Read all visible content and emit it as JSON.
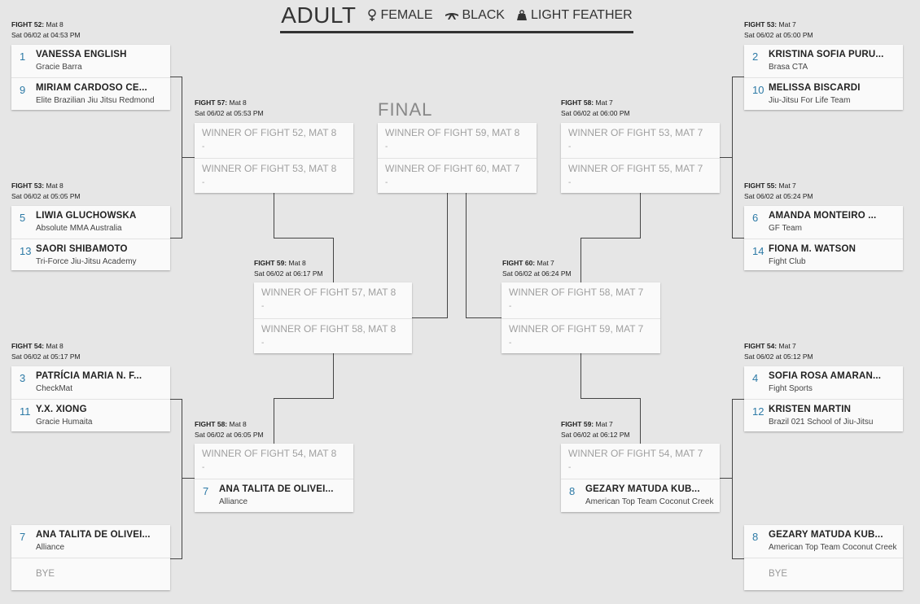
{
  "header": {
    "title": "ADULT",
    "gender": "FEMALE",
    "belt": "BLACK",
    "weight": "LIGHT FEATHER"
  },
  "final_label": "FINAL",
  "fights": {
    "f52l": {
      "num": "FIGHT 52:",
      "mat": "Mat 8",
      "time": "Sat 06/02 at 04:53 PM",
      "a": {
        "seed": "1",
        "name": "VANESSA ENGLISH",
        "team": "Gracie Barra"
      },
      "b": {
        "seed": "9",
        "name": "MIRIAM CARDOSO CE...",
        "team": "Elite Brazilian Jiu Jitsu Redmond"
      }
    },
    "f53l": {
      "num": "FIGHT 53:",
      "mat": "Mat 8",
      "time": "Sat 06/02 at 05:05 PM",
      "a": {
        "seed": "5",
        "name": "LIWIA GLUCHOWSKA",
        "team": "Absolute MMA Australia"
      },
      "b": {
        "seed": "13",
        "name": "SAORI SHIBAMOTO",
        "team": "Tri-Force Jiu-Jitsu Academy"
      }
    },
    "f54l": {
      "num": "FIGHT 54:",
      "mat": "Mat 8",
      "time": "Sat 06/02 at 05:17 PM",
      "a": {
        "seed": "3",
        "name": "PATRÍCIA MARIA N. F...",
        "team": "CheckMat"
      },
      "b": {
        "seed": "11",
        "name": "Y.X. XIONG",
        "team": "Gracie Humaita"
      }
    },
    "byel": {
      "a": {
        "seed": "7",
        "name": "ANA TALITA DE OLIVEI...",
        "team": "Alliance"
      },
      "bye": "BYE"
    },
    "f57": {
      "num": "FIGHT 57:",
      "mat": "Mat 8",
      "time": "Sat 06/02 at 05:53 PM",
      "a": "WINNER OF FIGHT 52, MAT 8",
      "b": "WINNER OF FIGHT 53, MAT 8",
      "dash": "-"
    },
    "f58l": {
      "num": "FIGHT 58:",
      "mat": "Mat 8",
      "time": "Sat 06/02 at 06:05 PM",
      "a": "WINNER OF FIGHT 54, MAT 8",
      "dash": "-",
      "b": {
        "seed": "7",
        "name": "ANA TALITA DE OLIVEI...",
        "team": "Alliance"
      }
    },
    "f59l": {
      "num": "FIGHT 59:",
      "mat": "Mat 8",
      "time": "Sat 06/02 at 06:17 PM",
      "a": "WINNER OF FIGHT 57, MAT 8",
      "b": "WINNER OF FIGHT 58, MAT 8",
      "dash": "-"
    },
    "final": {
      "a": "WINNER OF FIGHT 59, MAT 8",
      "b": "WINNER OF FIGHT 60, MAT 7",
      "dash": "-"
    },
    "f60": {
      "num": "FIGHT 60:",
      "mat": "Mat 7",
      "time": "Sat 06/02 at 06:24 PM",
      "a": "WINNER OF FIGHT 58, MAT 7",
      "b": "WINNER OF FIGHT 59, MAT 7",
      "dash": "-"
    },
    "f58r": {
      "num": "FIGHT 58:",
      "mat": "Mat 7",
      "time": "Sat 06/02 at 06:00 PM",
      "a": "WINNER OF FIGHT 53, MAT 7",
      "b": "WINNER OF FIGHT 55, MAT 7",
      "dash": "-"
    },
    "f59r": {
      "num": "FIGHT 59:",
      "mat": "Mat 7",
      "time": "Sat 06/02 at 06:12 PM",
      "a": "WINNER OF FIGHT 54, MAT 7",
      "dash": "-",
      "b": {
        "seed": "8",
        "name": "GEZARY MATUDA KUB...",
        "team": "American Top Team Coconut Creek"
      }
    },
    "f53r": {
      "num": "FIGHT 53:",
      "mat": "Mat 7",
      "time": "Sat 06/02 at 05:00 PM",
      "a": {
        "seed": "2",
        "name": "KRISTINA SOFIA PURU...",
        "team": "Brasa CTA"
      },
      "b": {
        "seed": "10",
        "name": "MELISSA BISCARDI",
        "team": "Jiu-Jitsu For Life Team"
      }
    },
    "f55r": {
      "num": "FIGHT 55:",
      "mat": "Mat 7",
      "time": "Sat 06/02 at 05:24 PM",
      "a": {
        "seed": "6",
        "name": "AMANDA MONTEIRO ...",
        "team": "GF Team"
      },
      "b": {
        "seed": "14",
        "name": "FIONA M. WATSON",
        "team": "Fight Club"
      }
    },
    "f54r": {
      "num": "FIGHT 54:",
      "mat": "Mat 7",
      "time": "Sat 06/02 at 05:12 PM",
      "a": {
        "seed": "4",
        "name": "SOFIA ROSA AMARAN...",
        "team": "Fight Sports"
      },
      "b": {
        "seed": "12",
        "name": "KRISTEN MARTIN",
        "team": "Brazil 021 School of Jiu-Jitsu"
      }
    },
    "byer": {
      "a": {
        "seed": "8",
        "name": "GEZARY MATUDA KUB...",
        "team": "American Top Team Coconut Creek"
      },
      "bye": "BYE"
    }
  }
}
